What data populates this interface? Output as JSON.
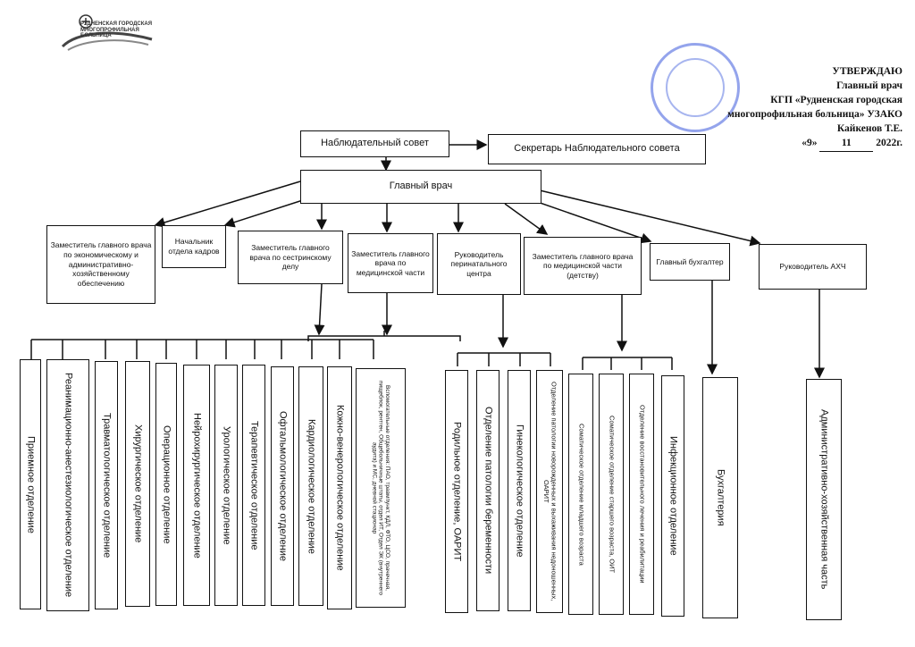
{
  "approval": {
    "line1": "УТВЕРЖДАЮ",
    "line2": "Главный врач",
    "line3": "КГП «Рудненская городская",
    "line4": "многопрофильная больница» УЗАКО",
    "line5": "Кайкенов Т.Е.",
    "date_day": "«9»",
    "date_month": "11",
    "date_year": "2022г."
  },
  "logo": {
    "line1": "РУДНЕНСКАЯ ГОРОДСКАЯ",
    "line2": "МНОГОПРОФИЛЬНАЯ",
    "line3": "БОЛЬНИЦА"
  },
  "top": {
    "board": "Наблюдательный совет",
    "secretary": "Секретарь Наблюдательного совета",
    "chief": "Главный врач"
  },
  "managers": {
    "econ": "Заместитель главного врача по экономическому и административно-хозяйственному обеспечению",
    "hr": "Начальник отдела кадров",
    "nursing": "Заместитель главного врача по сестринскому делу",
    "medical": "Заместитель главного врача по медицинской части",
    "perinatal": "Руководитель перинатального центра",
    "pediatric": "Заместитель главного врача по медицинской части (детству)",
    "accountant": "Главный бухгалтер",
    "ahch": "Руководитель АХЧ"
  },
  "departments": {
    "reception": "Приемное отделение",
    "icu": "Реанимационно-анестезиологическое отделение",
    "trauma": "Травматологическое отделение",
    "surgery": "Хирургическое отделение",
    "operating": "Операционное отделение",
    "neurosurgery": "Нейрохирургическое отделение",
    "urology": "Урологическое отделение",
    "therapy": "Терапевтическое отделение",
    "ophthalmology": "Офтальмологическое отделение",
    "cardiology": "Кардиологическое отделение",
    "dermatology": "Кожно-венерологическое отделение",
    "auxiliary": "Вспомогательные отделения: ПАО, травмпункт, КДЛ, ФТО, ЦСО, прачечная, пищеблок, рентген, Общебольничные штаты, отдел ИТ, Отдел ЭК (внутреннего аудита) и МС, дневной стационар",
    "maternity": "Родильное отделение, ОАРИТ",
    "pregnancy": "Отделение патологии беременности",
    "gynecology": "Гинекологическое отделение",
    "newborn": "Отделение патологии новорожденных и выхаживания недоношенных, ОАРИТ",
    "somatic_young": "Соматическое отделение младшего возраста",
    "somatic_old": "Соматическое отделение старшего возраста, ОИТ",
    "rehab": "Отделение восстановительного лечения и реабилитации",
    "infectious": "Инфекционное отделение",
    "accounting": "Бухгалтерия",
    "admin": "Административно-хозяйственная часть"
  }
}
